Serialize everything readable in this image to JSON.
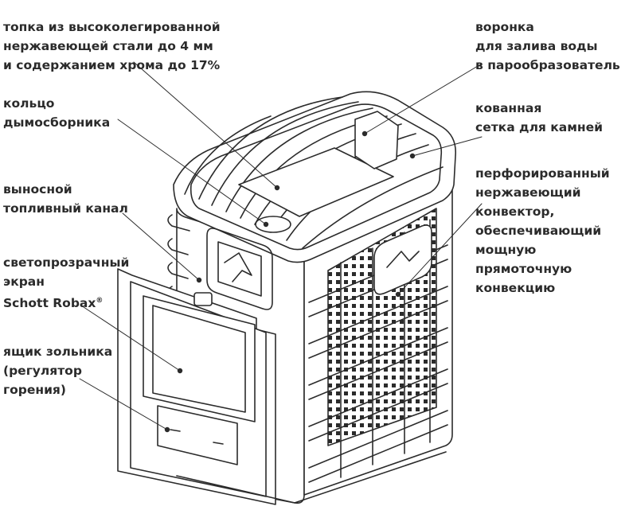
{
  "labels": {
    "firebox": [
      "топка из высоколегированной",
      "нержавеющей стали до 4 мм",
      "и содержанием хрома до 17%"
    ],
    "funnel": [
      "воронка",
      "для залива воды",
      "в парообразователь"
    ],
    "smoke_ring": [
      "кольцо",
      "дымосборника"
    ],
    "forged_grid": [
      "кованная",
      "сетка для камней"
    ],
    "fuel_channel": [
      "выносной",
      "топливный канал"
    ],
    "convector": [
      "перфорированный",
      "нержавеющий",
      "конвектор,",
      "обеспечивающий",
      "мощную",
      "прямоточную",
      "конвекцию"
    ],
    "glass_screen": [
      "светопрозрачный",
      "экран",
      "Schott Robax"
    ],
    "glass_screen_reg": "®",
    "ash_box": [
      "ящик зольника",
      "(регулятор",
      "горения)"
    ]
  },
  "colors": {
    "line": "#2b2b2b",
    "text": "#2b2b2b",
    "background": "#ffffff"
  }
}
